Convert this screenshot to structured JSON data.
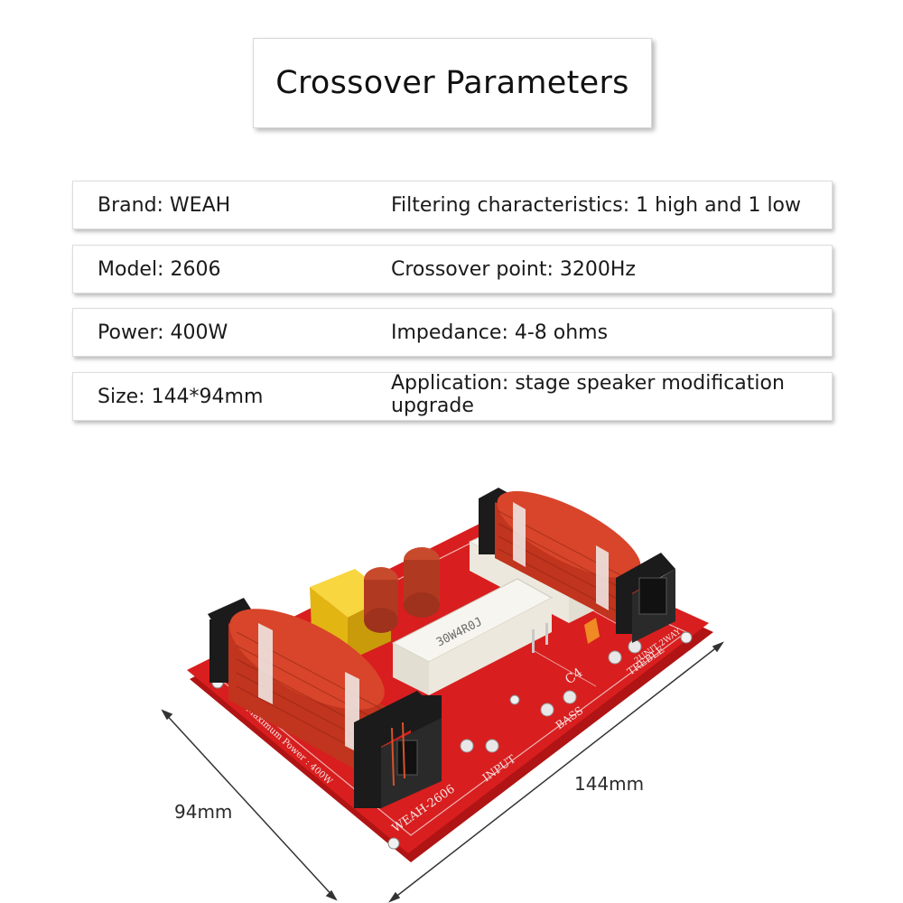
{
  "title": "Crossover Parameters",
  "params": [
    {
      "left": "Brand: WEAH",
      "right": "Filtering characteristics: 1 high and 1 low"
    },
    {
      "left": "Model: 2606",
      "right": "Crossover point: 3200Hz"
    },
    {
      "left": "Power: 400W",
      "right": "Impedance: 4-8 ohms"
    },
    {
      "left": "Size: 144*94mm",
      "right": "Application: stage speaker modification upgrade"
    }
  ],
  "dimensions": {
    "width_label": "94mm",
    "length_label": "144mm"
  },
  "board": {
    "model_print": "WEAH-2606",
    "input_print": "INPUT",
    "bass_print": "BASS",
    "treble_print": "TREBLE",
    "power_print": "Maximum Power : 400W",
    "cap_print": "C4",
    "resistor_print": "30W4R0J",
    "way_print": "2UNIT 2WAY"
  },
  "colors": {
    "board": "#d81e1e",
    "copper": "#c23a22",
    "capacitor_yellow": "#f0c419",
    "capacitor_red": "#b8341f",
    "resistor": "#f4f1ea",
    "bracket": "#1b1b1b"
  }
}
